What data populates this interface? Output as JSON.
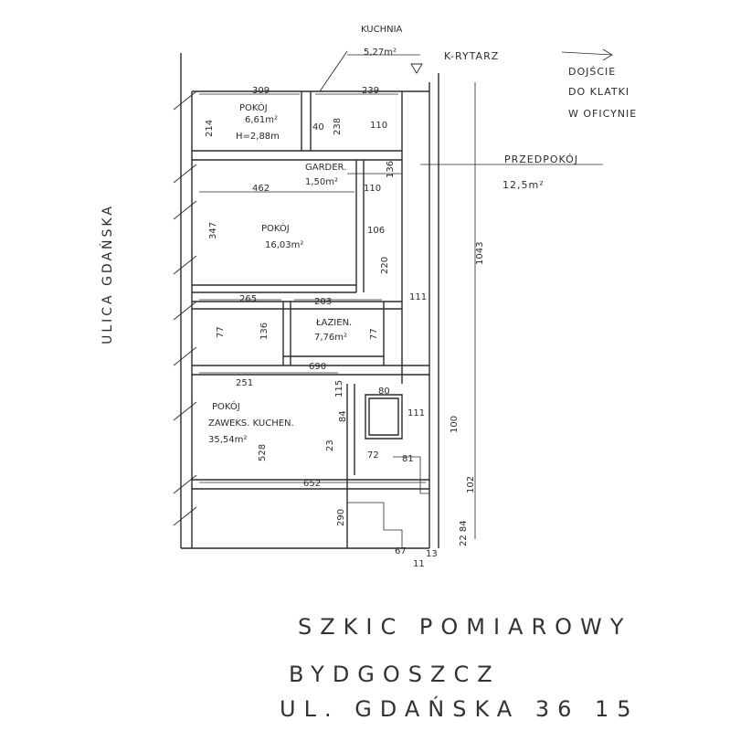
{
  "street_label": "ULICA GDAŃSKA",
  "captions": [
    "SZKIC POMIAROWY",
    "BYDGOSZCZ",
    "UL. GDAŃSKA 36 15"
  ],
  "top_notes": {
    "kuchnia_name": "KUCHNIA",
    "kuchnia_area": "5,27m²",
    "korytarz": "K-RYTARZ",
    "dojscie": [
      "DOJŚCIE",
      "DO KLATKI",
      "W OFICYNIE"
    ]
  },
  "rooms": {
    "pokoj_small": [
      "POKÓJ",
      "6,61m²",
      "H=2,88m"
    ],
    "garderoba": [
      "GARDER.",
      "1,50m²"
    ],
    "przedpokoj": [
      "PRZEDPOKÓJ",
      "12,5m²"
    ],
    "pokoj_big": [
      "POKÓJ",
      "16,03m²"
    ],
    "lazienka": [
      "ŁAZIEN.",
      "7,76m²"
    ],
    "pokoj_kuchnia": [
      "POKÓJ",
      "ZAWEKS. KUCHEN.",
      "35,54m²"
    ]
  },
  "dimensions": {
    "d309": "309",
    "d239": "239",
    "d214": "214",
    "d40": "40",
    "d238": "238",
    "d110a": "110",
    "d136a": "136",
    "d462": "462",
    "d110b": "110",
    "d106": "106",
    "d347": "347",
    "d220": "220",
    "d1043": "1043",
    "d265": "265",
    "d203": "203",
    "d111a": "111",
    "d77a": "77",
    "d136b": "136",
    "d77b": "77",
    "d690": "690",
    "d251": "251",
    "d115": "115",
    "d80": "80",
    "d111b": "111",
    "d100": "100",
    "d84": "84",
    "d23": "23",
    "d72": "72",
    "d81": "81",
    "d528": "528",
    "d652": "652",
    "d102": "102",
    "d290": "290",
    "d2284": "22 84",
    "d67": "67",
    "d13": "13",
    "d11": "11"
  }
}
